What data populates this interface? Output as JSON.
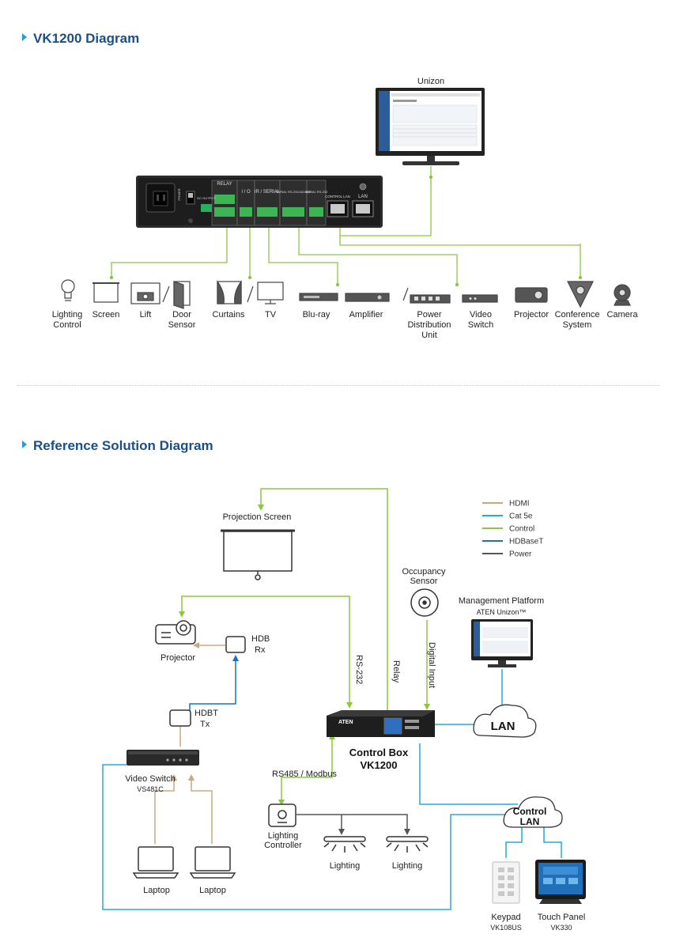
{
  "section1": {
    "title": "VK1200 Diagram",
    "monitor_label": "Unizon",
    "device_ports": {
      "relay": "RELAY",
      "io": "I / O",
      "ir_serial": "IR / SERIAL",
      "serial_485": "SERIAL RS-232/422/485",
      "serial_232": "SERIAL RS-232",
      "control_lan": "CONTROL LAN",
      "lan": "LAN",
      "dc_output": "DC OUTPUT",
      "power": "POWER"
    },
    "peripherals": [
      {
        "id": "lighting",
        "label_lines": [
          "Lighting",
          "Control"
        ]
      },
      {
        "id": "screen",
        "label_lines": [
          "Screen"
        ]
      },
      {
        "id": "lift",
        "label_lines": [
          "Lift"
        ]
      },
      {
        "id": "door",
        "label_lines": [
          "Door",
          "Sensor"
        ]
      },
      {
        "id": "curtains",
        "label_lines": [
          "Curtains"
        ]
      },
      {
        "id": "tv",
        "label_lines": [
          "TV"
        ]
      },
      {
        "id": "bluray",
        "label_lines": [
          "Blu-ray"
        ]
      },
      {
        "id": "amplifier",
        "label_lines": [
          "Amplifier"
        ]
      },
      {
        "id": "pdu",
        "label_lines": [
          "Power",
          "Distribution",
          "Unit"
        ]
      },
      {
        "id": "vswitch",
        "label_lines": [
          "Video",
          "Switch"
        ]
      },
      {
        "id": "projector",
        "label_lines": [
          "Projector"
        ]
      },
      {
        "id": "conference",
        "label_lines": [
          "Conference",
          "System"
        ]
      },
      {
        "id": "camera",
        "label_lines": [
          "Camera"
        ]
      }
    ]
  },
  "section2": {
    "title": "Reference Solution Diagram",
    "legend": [
      {
        "label": "HDMI",
        "color": "#c8a97e"
      },
      {
        "label": "Cat 5e",
        "color": "#29a9d9"
      },
      {
        "label": "Control",
        "color": "#8cc63f"
      },
      {
        "label": "HDBaseT",
        "color": "#1d6fc2"
      },
      {
        "label": "Power",
        "color": "#555555"
      }
    ],
    "labels": {
      "projection_screen": "Projection Screen",
      "occupancy_sensor_1": "Occupancy",
      "occupancy_sensor_2": "Sensor",
      "management_platform": "Management Platform",
      "aten_unizon": "ATEN Unizon™",
      "projector": "Projector",
      "hdb_rx_1": "HDB",
      "hdb_rx_2": "Rx",
      "hdbt_tx_1": "HDBT",
      "hdbt_tx_2": "Tx",
      "rs232": "RS-232",
      "relay": "Relay",
      "digital_input": "Digital Input",
      "lan": "LAN",
      "video_switch": "Video Switch",
      "video_switch_model": "VS481C",
      "control_box_1": "Control Box",
      "control_box_2": "VK1200",
      "rs485_modbus": "RS485 / Modbus",
      "control_lan_1": "Control",
      "control_lan_2": "LAN",
      "lighting_controller_1": "Lighting",
      "lighting_controller_2": "Controller",
      "lighting_a": "Lighting",
      "lighting_b": "Lighting",
      "laptop_a": "Laptop",
      "laptop_b": "Laptop",
      "keypad": "Keypad",
      "keypad_model": "VK108US",
      "touch_panel": "Touch Panel",
      "touch_panel_model": "VK330",
      "aten_brand": "ATEN"
    }
  }
}
